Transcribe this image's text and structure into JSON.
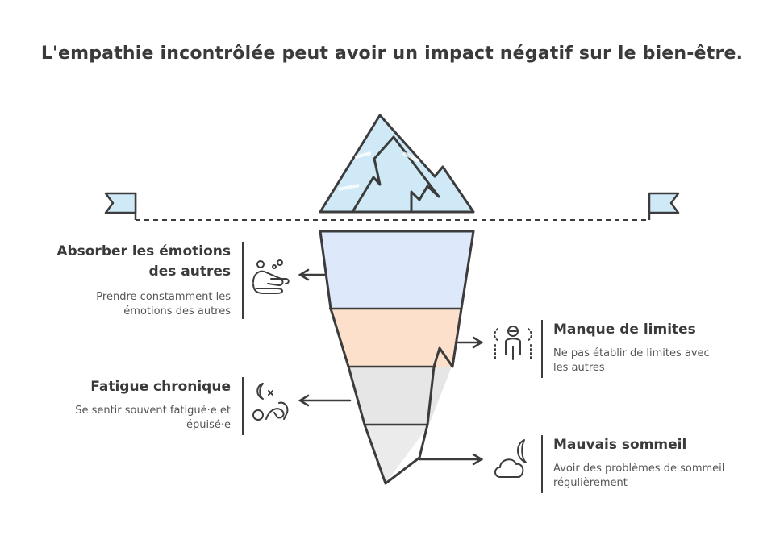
{
  "title": "L'empathie incontrôlée peut avoir un impact négatif sur le bien-être.",
  "items": [
    {
      "heading_line1": "Absorber les émotions",
      "heading_line2": "des autres",
      "desc_line1": "Prendre constamment les",
      "desc_line2": "émotions des autres",
      "icon": "hands-washing-icon",
      "side": "left",
      "layer_color": "#dde8fb"
    },
    {
      "heading_line1": "Manque de limites",
      "desc_line1": "Ne pas établir de limites avec",
      "desc_line2": "les autres",
      "icon": "people-boundary-icon",
      "side": "right",
      "layer_color": "#fde0cc"
    },
    {
      "heading_line1": "Fatigue chronique",
      "desc_line1": "Se sentir souvent fatigué·e et",
      "desc_line2": "épuisé·e",
      "icon": "tired-person-icon",
      "side": "left",
      "layer_color": "#e6e6e6"
    },
    {
      "heading_line1": "Mauvais sommeil",
      "desc_line1": "Avoir des problèmes de sommeil",
      "desc_line2": "régulièrement",
      "icon": "cloud-moon-icon",
      "side": "right",
      "layer_color": "#ebebeb"
    }
  ],
  "colors": {
    "ice_tip": "#cfeaf6",
    "stroke": "#3c3c3c",
    "flag": "#cfeaf6"
  }
}
